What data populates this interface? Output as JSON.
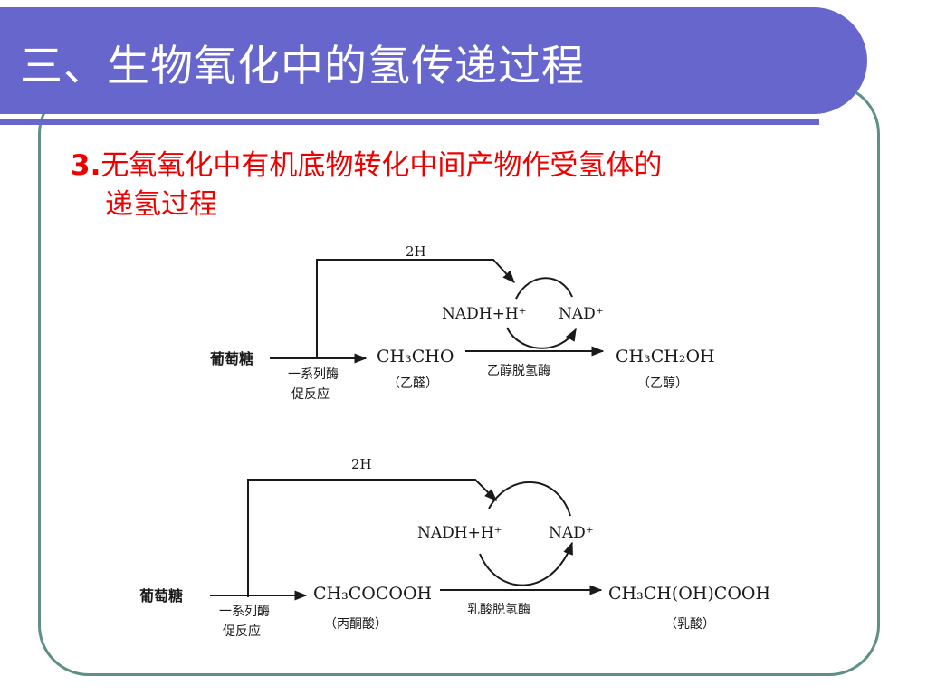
{
  "slide": {
    "title": "三、生物氧化中的氢传递过程",
    "heading_number": "3.",
    "heading_line1": "无氧氧化中有机底物转化中间产物作受氢体的",
    "heading_line2": "递氢过程"
  },
  "diagram_top": {
    "substrate": "葡萄糖",
    "series_label_1": "一系列酶",
    "series_label_2": "促反应",
    "intermediate": "CH₃CHO",
    "intermediate_name": "（乙醛）",
    "enzyme": "乙醇脱氢酶",
    "product": "CH₃CH₂OH",
    "product_name": "（乙醇）",
    "hydrogen": "2H",
    "cofactor_reduced": "NADH+H⁺",
    "cofactor_oxidized": "NAD⁺"
  },
  "diagram_bottom": {
    "substrate": "葡萄糖",
    "series_label_1": "一系列酶",
    "series_label_2": "促反应",
    "intermediate": "CH₃COCOOH",
    "intermediate_name": "（丙酮酸）",
    "enzyme": "乳酸脱氢酶",
    "product": "CH₃CH(OH)COOH",
    "product_name": "（乳酸）",
    "hydrogen": "2H",
    "cofactor_reduced": "NADH+H⁺",
    "cofactor_oxidized": "NAD⁺"
  },
  "colors": {
    "title_bar": "#6666cc",
    "frame": "#5f8f86",
    "heading": "#ee0000",
    "ink": "#1a1a1a"
  }
}
